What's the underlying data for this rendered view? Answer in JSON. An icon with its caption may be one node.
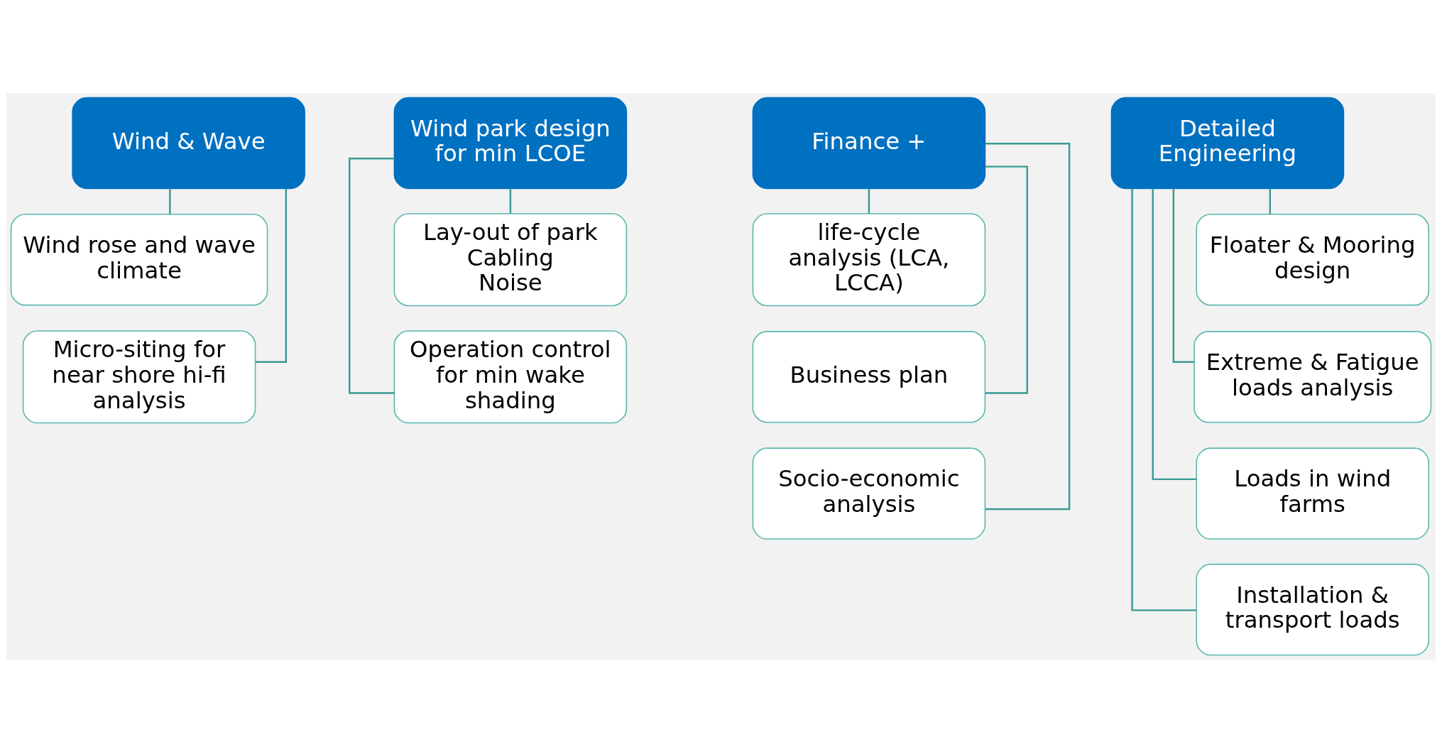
{
  "diagram": {
    "nodes": [
      {
        "text": [
          "Wind & Wave"
        ]
      },
      {
        "text": [
          "Wind rose and wave climate"
        ]
      },
      {
        "text": [
          "Micro-siting for near shore hi-fi analysis"
        ]
      },
      {
        "text": [
          "Wind park design for min LCOE"
        ]
      },
      {
        "text": [
          "Lay-out of park",
          "Cabling",
          "Noise"
        ]
      },
      {
        "text": [
          "Operation control for min wake shading"
        ]
      },
      {
        "text": [
          "Finance +"
        ]
      },
      {
        "text": [
          "life-cycle analysis (LCA, LCCA)"
        ]
      },
      {
        "text": [
          "Business plan"
        ]
      },
      {
        "text": [
          "Socio-economic analysis"
        ]
      },
      {
        "text": [
          "Detailed Engineering"
        ]
      },
      {
        "text": [
          "Floater & Mooring design"
        ]
      },
      {
        "text": [
          "Extreme & Fatigue loads analysis"
        ]
      },
      {
        "text": [
          "Loads in wind farms"
        ]
      },
      {
        "text": [
          "Installation & transport loads"
        ]
      }
    ],
    "edges": [
      {
        "from": 0,
        "to": 1,
        "arrow": "none"
      },
      {
        "from": 0,
        "to": 2,
        "arrow": "none"
      },
      {
        "from": 3,
        "to": 4,
        "arrow": "none"
      },
      {
        "from": 3,
        "to": 5,
        "arrow": "none"
      },
      {
        "from": 6,
        "to": 7,
        "arrow": "none"
      },
      {
        "from": 6,
        "to": 8,
        "arrow": "none"
      },
      {
        "from": 6,
        "to": 9,
        "arrow": "none"
      },
      {
        "from": 10,
        "to": 11,
        "arrow": "none"
      },
      {
        "from": 10,
        "to": 12,
        "arrow": "none"
      },
      {
        "from": 10,
        "to": 13,
        "arrow": "none"
      },
      {
        "from": 10,
        "to": 14,
        "arrow": "none"
      }
    ]
  }
}
